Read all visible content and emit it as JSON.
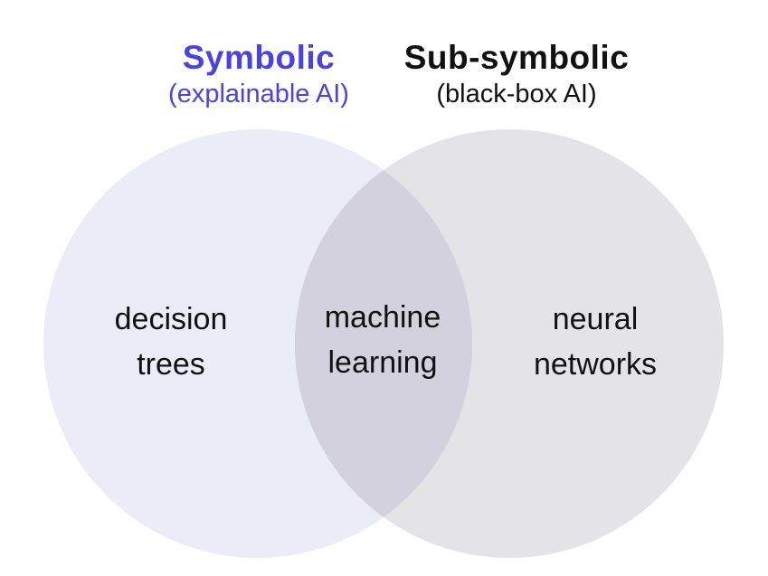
{
  "page": {
    "background": "#ffffff"
  },
  "venn": {
    "left_header": {
      "title": "Symbolic",
      "subtitle": "(explainable AI)",
      "color": "#4843e1"
    },
    "right_header": {
      "title": "Sub-symbolic",
      "subtitle": "(black-box AI)",
      "color": "#111111"
    },
    "left_set": {
      "fill": "#ECEBF8",
      "line1": "decision",
      "line2": "trees"
    },
    "right_set": {
      "fill": "#E4E3E5",
      "line1": "neural",
      "line2": "networks"
    },
    "overlap": {
      "fill": "#D3D1DE",
      "line1": "machine",
      "line2": "learning"
    },
    "label_color": "#111111"
  }
}
